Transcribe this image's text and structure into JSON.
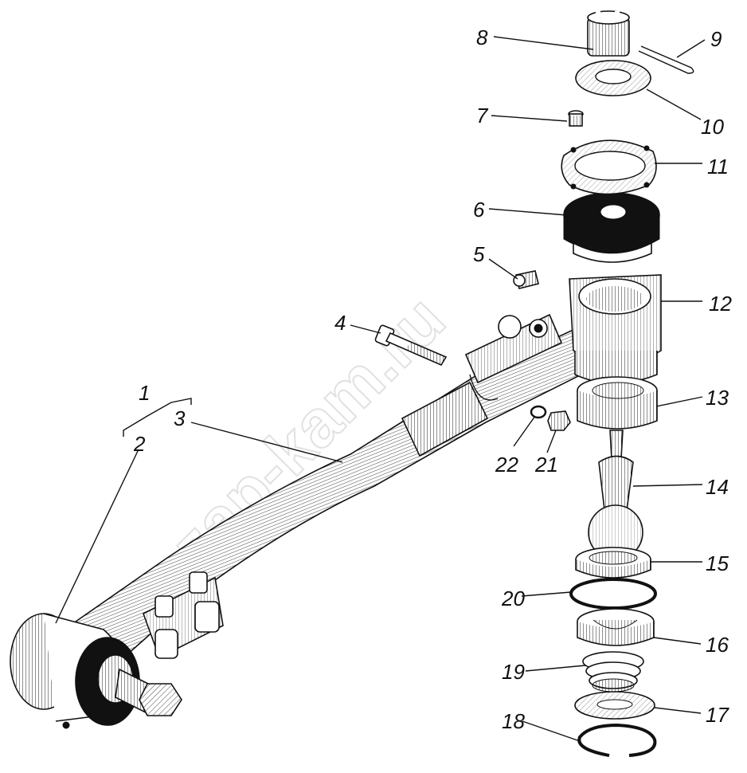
{
  "watermark": "zap-kam.ru",
  "labels": [
    {
      "id": "1",
      "text": "1"
    },
    {
      "id": "2",
      "text": "2"
    },
    {
      "id": "3",
      "text": "3"
    },
    {
      "id": "4",
      "text": "4"
    },
    {
      "id": "5",
      "text": "5"
    },
    {
      "id": "6",
      "text": "6"
    },
    {
      "id": "7",
      "text": "7"
    },
    {
      "id": "8",
      "text": "8"
    },
    {
      "id": "9",
      "text": "9"
    },
    {
      "id": "10",
      "text": "10"
    },
    {
      "id": "11",
      "text": "11"
    },
    {
      "id": "12",
      "text": "12"
    },
    {
      "id": "13",
      "text": "13"
    },
    {
      "id": "14",
      "text": "14"
    },
    {
      "id": "15",
      "text": "15"
    },
    {
      "id": "16",
      "text": "16"
    },
    {
      "id": "17",
      "text": "17"
    },
    {
      "id": "18",
      "text": "18"
    },
    {
      "id": "19",
      "text": "19"
    },
    {
      "id": "20",
      "text": "20"
    },
    {
      "id": "21",
      "text": "21"
    },
    {
      "id": "22",
      "text": "22"
    }
  ]
}
